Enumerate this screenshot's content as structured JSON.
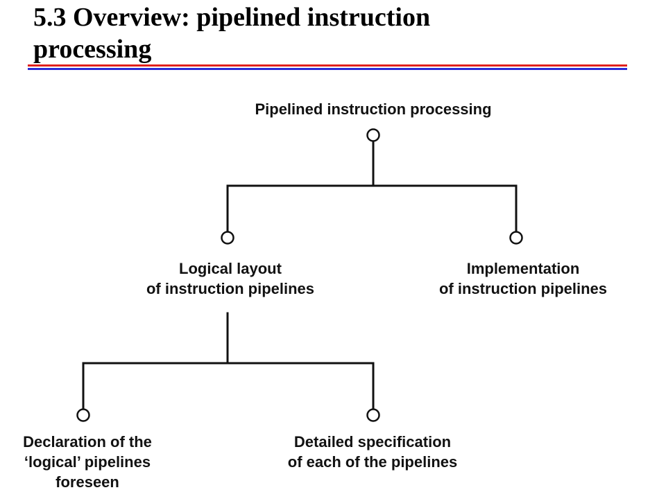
{
  "title": {
    "line1": "5.3 Overview: pipelined instruction",
    "line2": "processing"
  },
  "colors": {
    "rule_red": "#e0201c",
    "rule_blue": "#2b2bd6",
    "line": "#111111"
  },
  "diagram": {
    "root": {
      "lines": [
        "Pipelined instruction processing"
      ]
    },
    "logical": {
      "lines": [
        "Logical layout",
        "of instruction pipelines"
      ]
    },
    "implementation": {
      "lines": [
        "Implementation",
        "of instruction pipelines"
      ]
    },
    "declaration": {
      "lines": [
        "Declaration of the",
        "‘logical’ pipelines",
        "foreseen"
      ]
    },
    "detailed": {
      "lines": [
        "Detailed specification",
        "of each of the pipelines"
      ]
    }
  }
}
